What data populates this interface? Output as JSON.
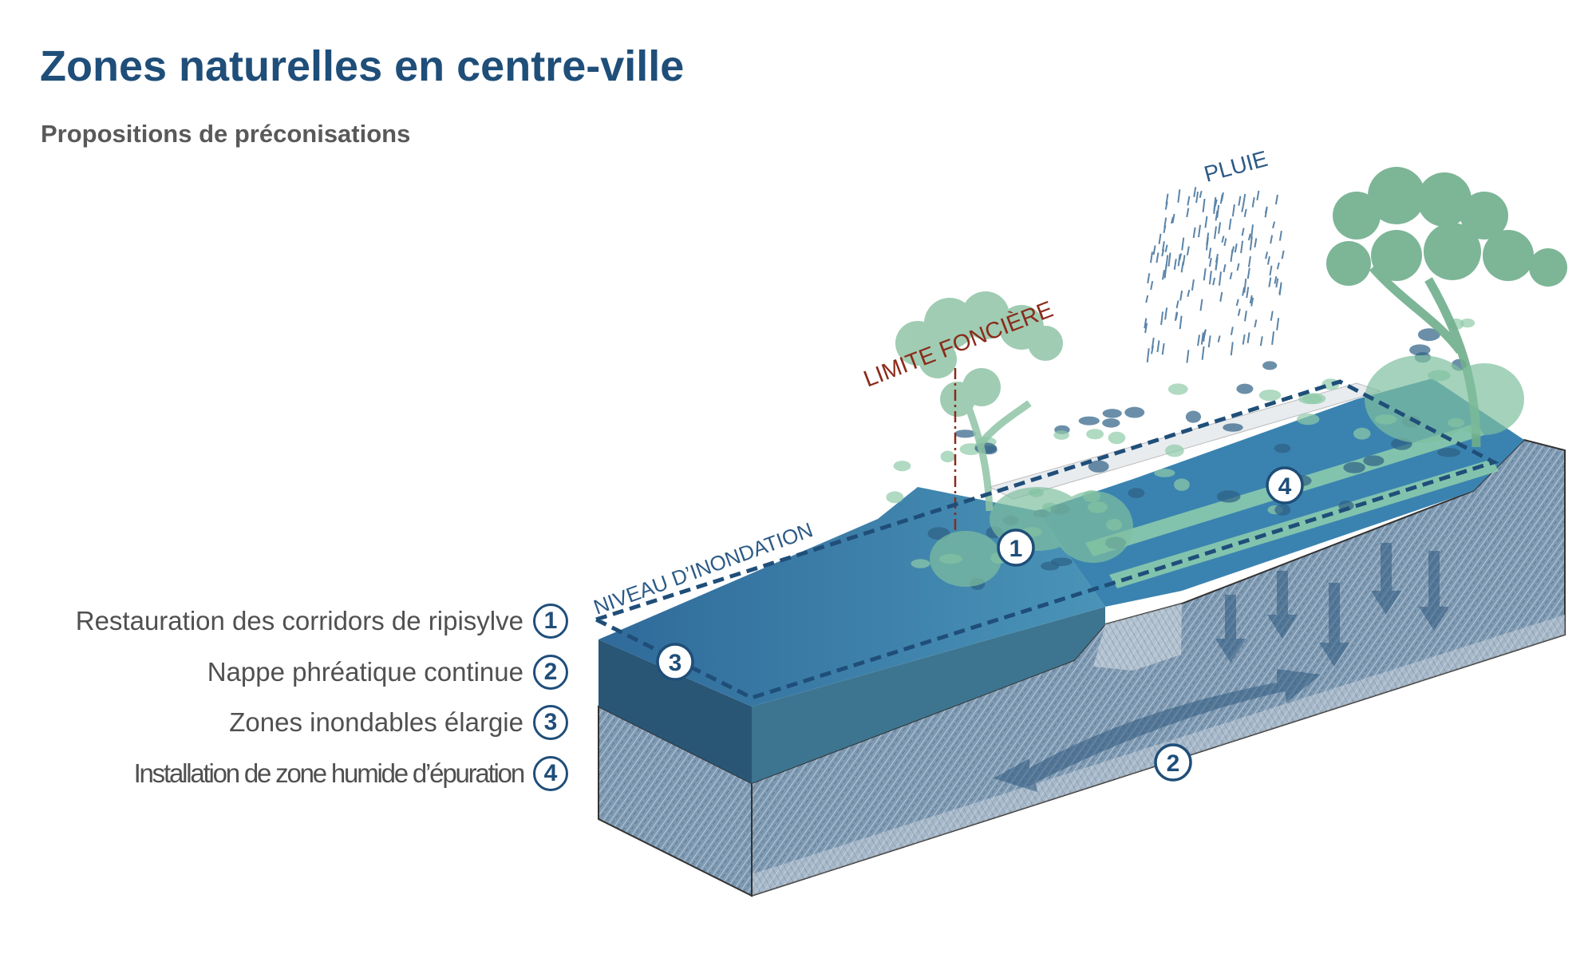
{
  "header": {
    "title": "Zones naturelles en centre-ville",
    "subtitle": "Propositions de préconisations"
  },
  "legend": [
    {
      "number": "1",
      "label": "Restauration des corridors de ripisylve"
    },
    {
      "number": "2",
      "label": "Nappe phréatique continue"
    },
    {
      "number": "3",
      "label": "Zones inondables élargie"
    },
    {
      "number": "4",
      "label": "Installation de zone humide d’épuration"
    }
  ],
  "diagram": {
    "rain_label": "PLUIE",
    "property_limit_label": "LIMITE FONCIÈRE",
    "flood_level_label": "NIVEAU D’INONDATION",
    "markers": {
      "m1": "1",
      "m2": "2",
      "m3": "3",
      "m4": "4"
    }
  },
  "colors": {
    "title": "#1f4e79",
    "subtitle": "#595959",
    "legend_text": "#505050",
    "accent_blue": "#1f4e79",
    "water": "#3a7aa6",
    "vegetation": "#7fbf9f",
    "property_limit": "#8b2a1a"
  }
}
